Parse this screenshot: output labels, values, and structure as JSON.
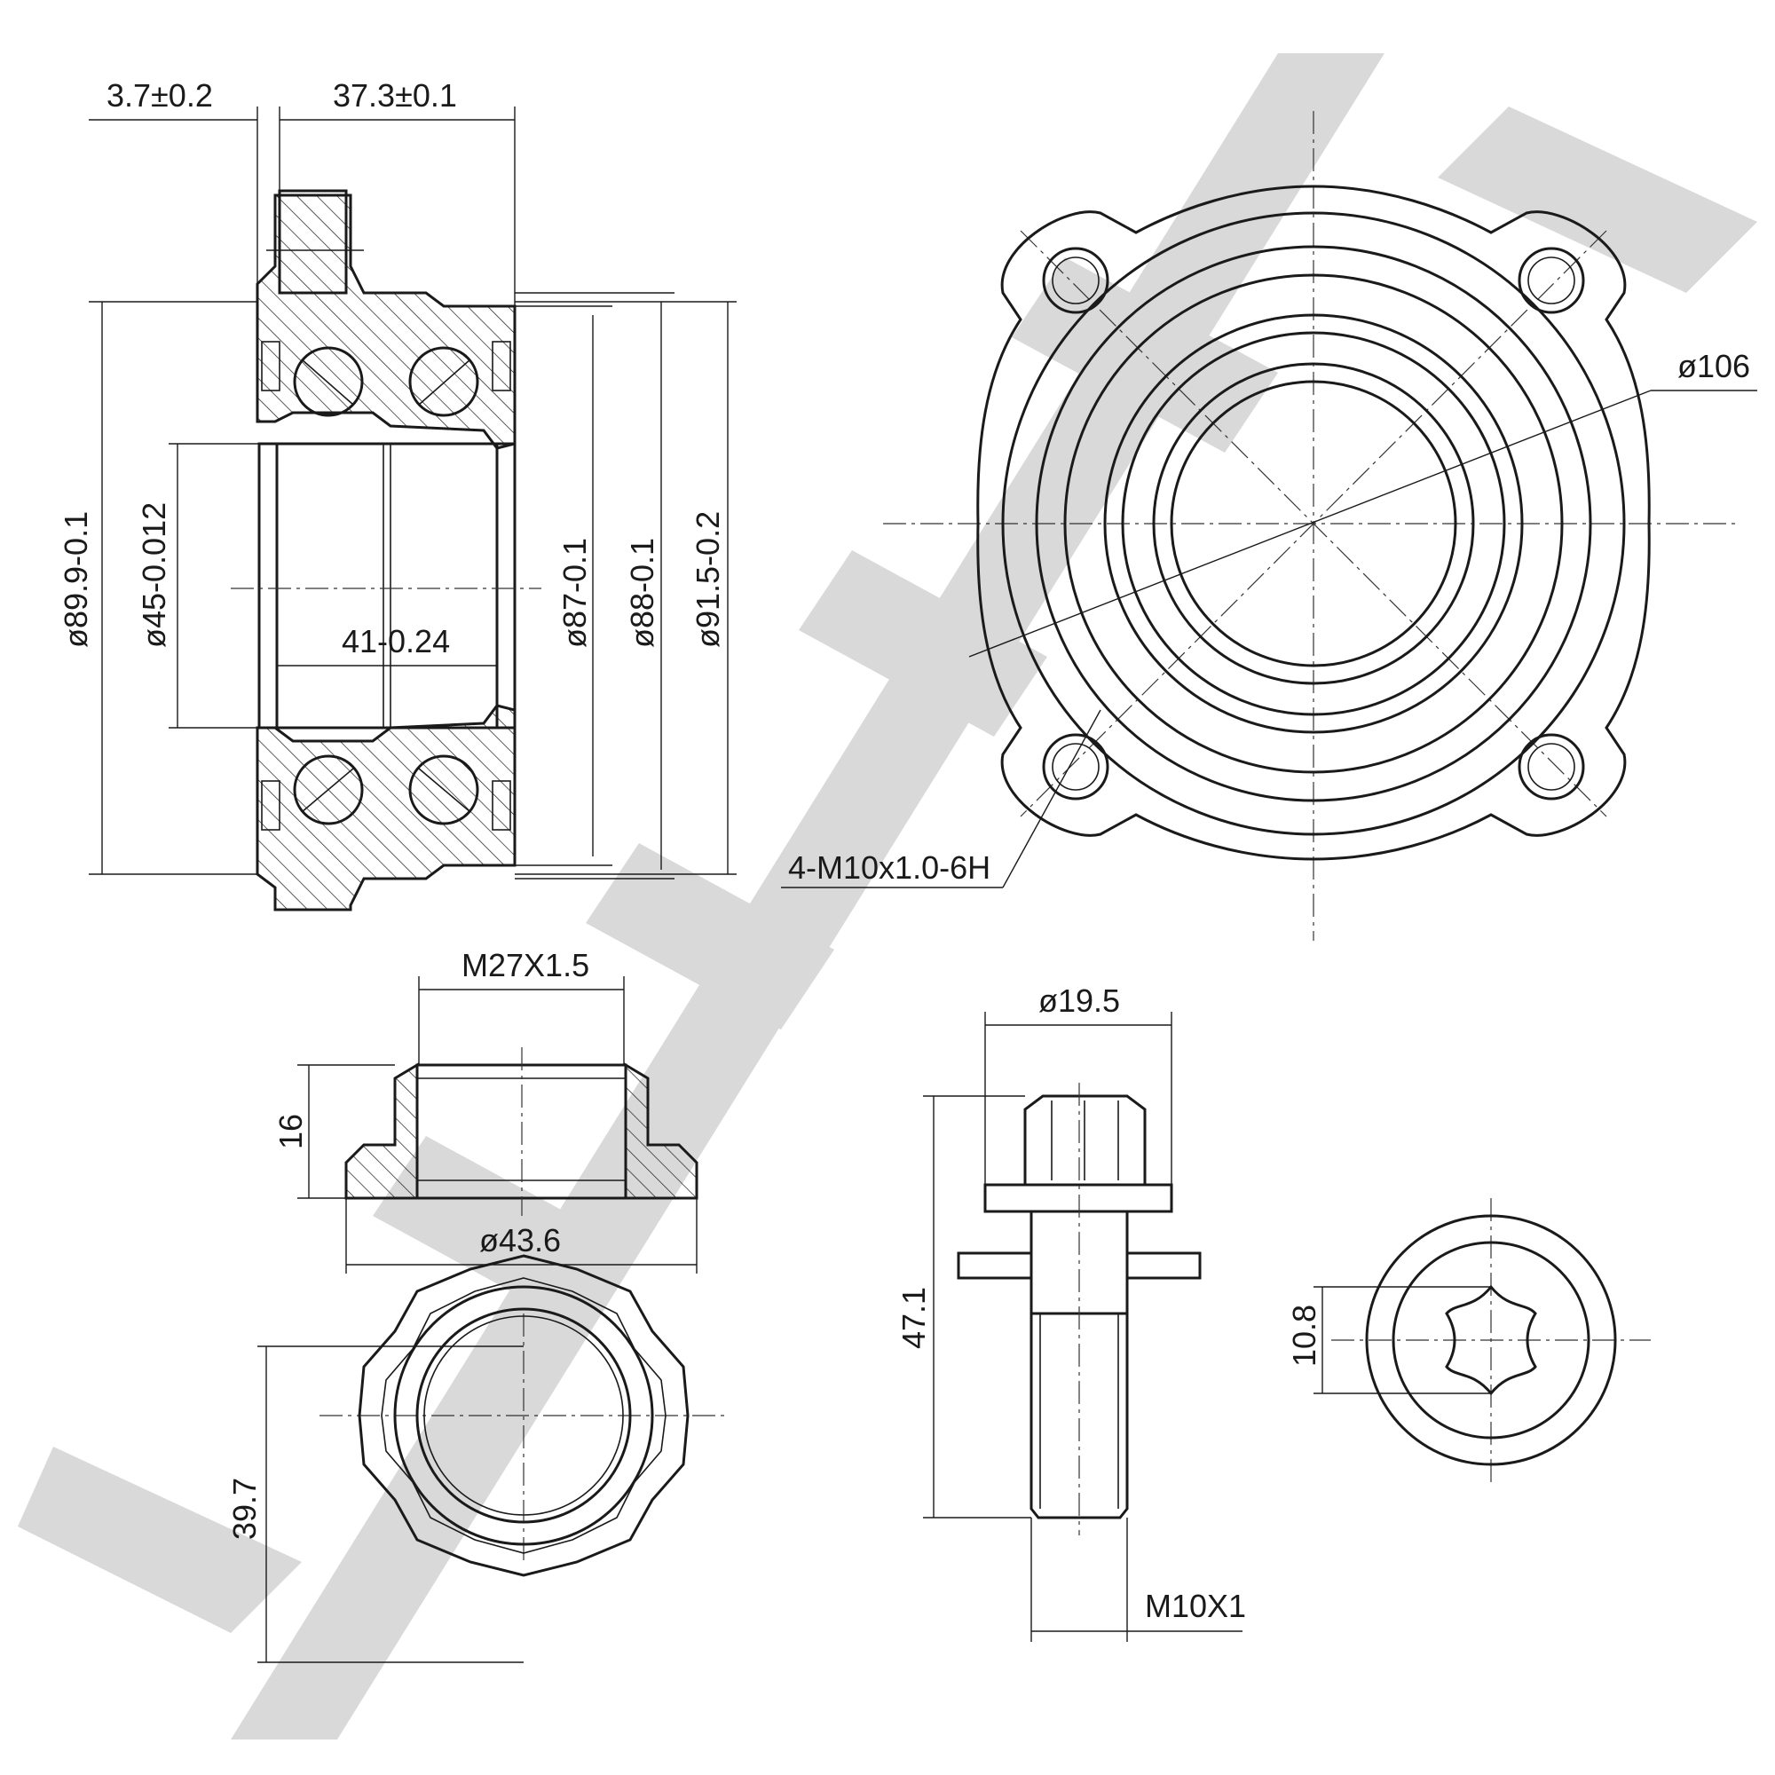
{
  "watermark": {
    "text": "ZENITEK",
    "color": "#d9d9d9"
  },
  "bearing_section": {
    "offset_dim": "3.7±0.2",
    "width_dim": "37.3±0.1",
    "inner_width_dim": "41-0.24",
    "dia_outer_flange": "ø89.9-0.1",
    "dia_bore": "ø45-0.012",
    "dia_87": "ø87-0.1",
    "dia_88": "ø88-0.1",
    "dia_91": "ø91.5-0.2"
  },
  "flange_view": {
    "pcd_dim": "ø106",
    "thread_note": "4-M10x1.0-6H"
  },
  "nut_section": {
    "thread_dim": "M27X1.5",
    "height_dim": "16",
    "dia_dim": "ø43.6"
  },
  "nut_top": {
    "across_dim": "39.7"
  },
  "bolt_side": {
    "head_dia_dim": "ø19.5",
    "length_dim": "47.1",
    "thread_dim": "M10X1"
  },
  "bolt_end": {
    "drive_dim": "10.8"
  }
}
